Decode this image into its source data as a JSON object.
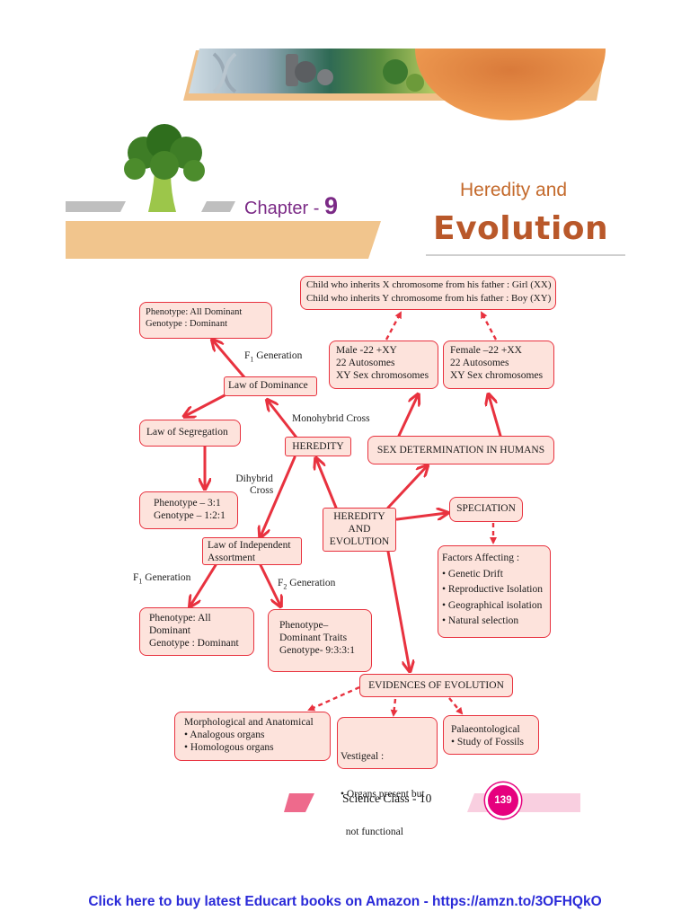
{
  "chapter": {
    "label": "Chapter - ",
    "number": "9"
  },
  "title": {
    "small": "Heredity and",
    "big": "Evolution"
  },
  "boxes": {
    "sex_children": [
      "Child who inherits X chromosome from his father : Girl (XX)",
      "Child who inherits Y chromosome from his father : Boy (XY)"
    ],
    "phenotype_all_dominant_top": [
      "Phenotype: All Dominant",
      "Genotype : Dominant"
    ],
    "male": [
      "Male -22 +XY",
      "22 Autosomes",
      "XY Sex chromosomes"
    ],
    "female": [
      "Female –22 +XX",
      "22 Autosomes",
      "XY Sex chromosomes"
    ],
    "law_dominance": "Law of Dominance",
    "law_segregation": "Law of Segregation",
    "heredity": "HEREDITY",
    "sex_determination": "SEX DETERMINATION IN HUMANS",
    "phenotype_ratio": [
      "Phenotype – 3:1",
      "Genotype – 1:2:1"
    ],
    "heredity_evolution": [
      "HEREDITY",
      "AND",
      "EVOLUTION"
    ],
    "speciation": "SPECIATION",
    "law_independent": [
      "Law of Independent",
      "Assortment"
    ],
    "factors": [
      "Factors Affecting :",
      "• Genetic Drift",
      "• Reproductive Isolation",
      "• Geographical isolation",
      "• Natural selection"
    ],
    "phenotype_all_dominant_bottom": [
      "Phenotype: All",
      "Dominant",
      "Genotype : Dominant"
    ],
    "phenotype_dominant_traits": [
      "Phenotype–",
      "Dominant Traits",
      "Genotype- 9:3:3:1"
    ],
    "evidences": "EVIDENCES OF EVOLUTION",
    "morphological": [
      "Morphological and Anatomical",
      "• Analogous organs",
      "• Homologous organs"
    ],
    "vestigeal": [
      "Vestigeal :",
      "• Organs present but",
      "  not functional"
    ],
    "palaeontological": [
      "Palaeontological",
      "• Study of Fossils"
    ]
  },
  "labels": {
    "f1_generation_top": "Generation",
    "monohybrid": "Monohybrid Cross",
    "dihybrid": [
      "Dihybrid",
      "Cross"
    ],
    "f1_generation_bottom": "Generation",
    "f2_generation": "Generation",
    "f_letter": "F",
    "sub1": "1",
    "sub2": "2"
  },
  "footer": {
    "text": "Science Class - 10",
    "page": "139"
  },
  "bottom_link": "Click here to buy latest Educart books on Amazon - https://amzn.to/3OFHQkO",
  "colors": {
    "accent_red": "#e8323f",
    "box_fill": "#fde3dc",
    "title_orange": "#b9582a",
    "chapter_purple": "#7b2a86",
    "page_magenta": "#e6007e",
    "link_blue": "#2a2ad8"
  }
}
